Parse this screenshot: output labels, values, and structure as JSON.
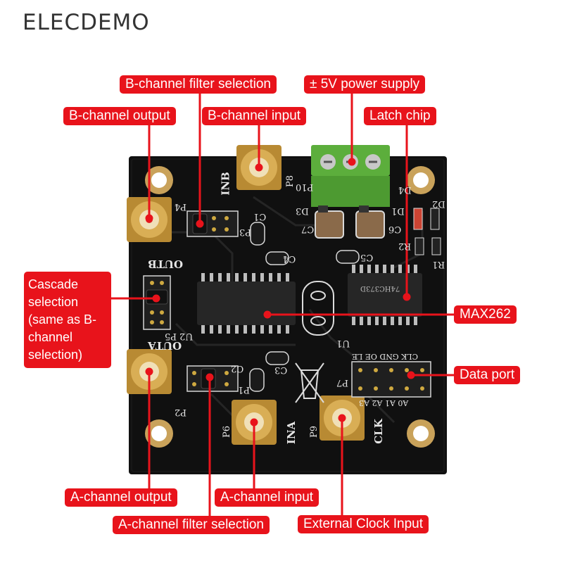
{
  "brand": "ELECDEMO",
  "labels": {
    "b_filter": "B-channel filter selection",
    "power": "± 5V power supply",
    "b_output": "B-channel output",
    "b_input": "B-channel input",
    "latch": "Latch chip",
    "cascade": "Cascade selection (same as B-channel selection)",
    "max262": "MAX262",
    "data_port": "Data port",
    "a_output": "A-channel output",
    "a_input": "A-channel input",
    "a_filter": "A-channel filter selection",
    "ext_clock": "External Clock Input"
  },
  "silkscreen": {
    "inb": "INB",
    "outb": "OUTB",
    "outa": "OUTA",
    "ina": "INA",
    "clk": "CLK",
    "u1": "U1",
    "u2": "U2",
    "p1": "P1",
    "p2": "P2",
    "p3": "P3",
    "p4": "P4",
    "p5": "P5",
    "p6": "P6",
    "p7": "P7",
    "p8": "P8",
    "p9": "P9",
    "p10": "P10",
    "c1": "C1",
    "c2": "C2",
    "c3": "C3",
    "c4": "C4",
    "c5": "C5",
    "c6": "C6",
    "c7": "C7",
    "d1": "D1",
    "d2": "D2",
    "d3": "D3",
    "d4": "D4",
    "r1": "R1",
    "r2": "R2",
    "chip_u1": "74HC373D",
    "data_pins": "CLK GND OE LE",
    "addr_pins": "A0 A1 A2 A3"
  }
}
